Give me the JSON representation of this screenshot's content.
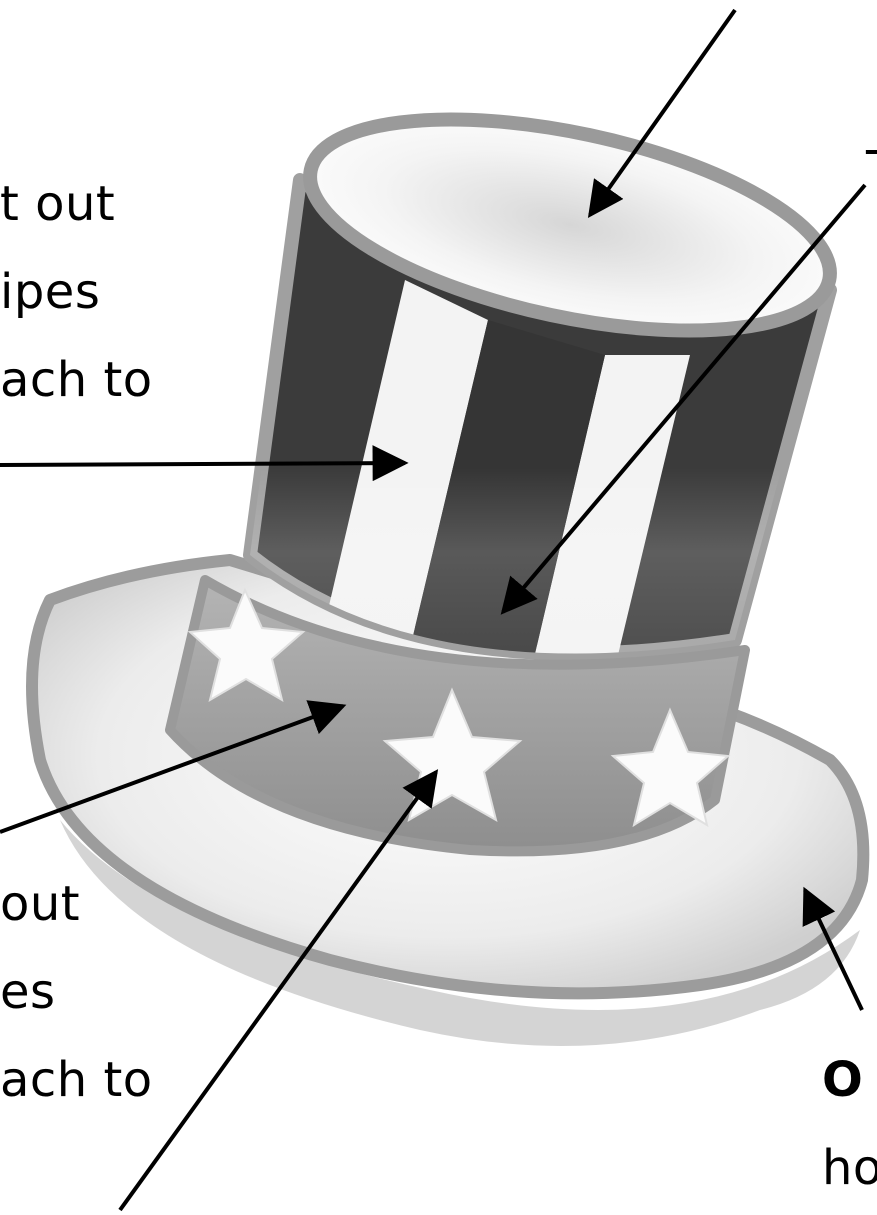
{
  "labels": {
    "stripes_line1": "t out",
    "stripes_line2": "ipes",
    "stripes_line3": "ach to",
    "stars_line1": "out",
    "stars_line2": "es",
    "stars_line3": "ach to",
    "brim_bold": "O",
    "brim_line2": "ho",
    "top_right_fragment": "T"
  },
  "colors": {
    "outline": "#9a9a9a",
    "dark_stripe": "#3a3a3a",
    "white_stripe": "#f2f2f2",
    "band": "#a5a5a5",
    "brim": "#efefef"
  }
}
